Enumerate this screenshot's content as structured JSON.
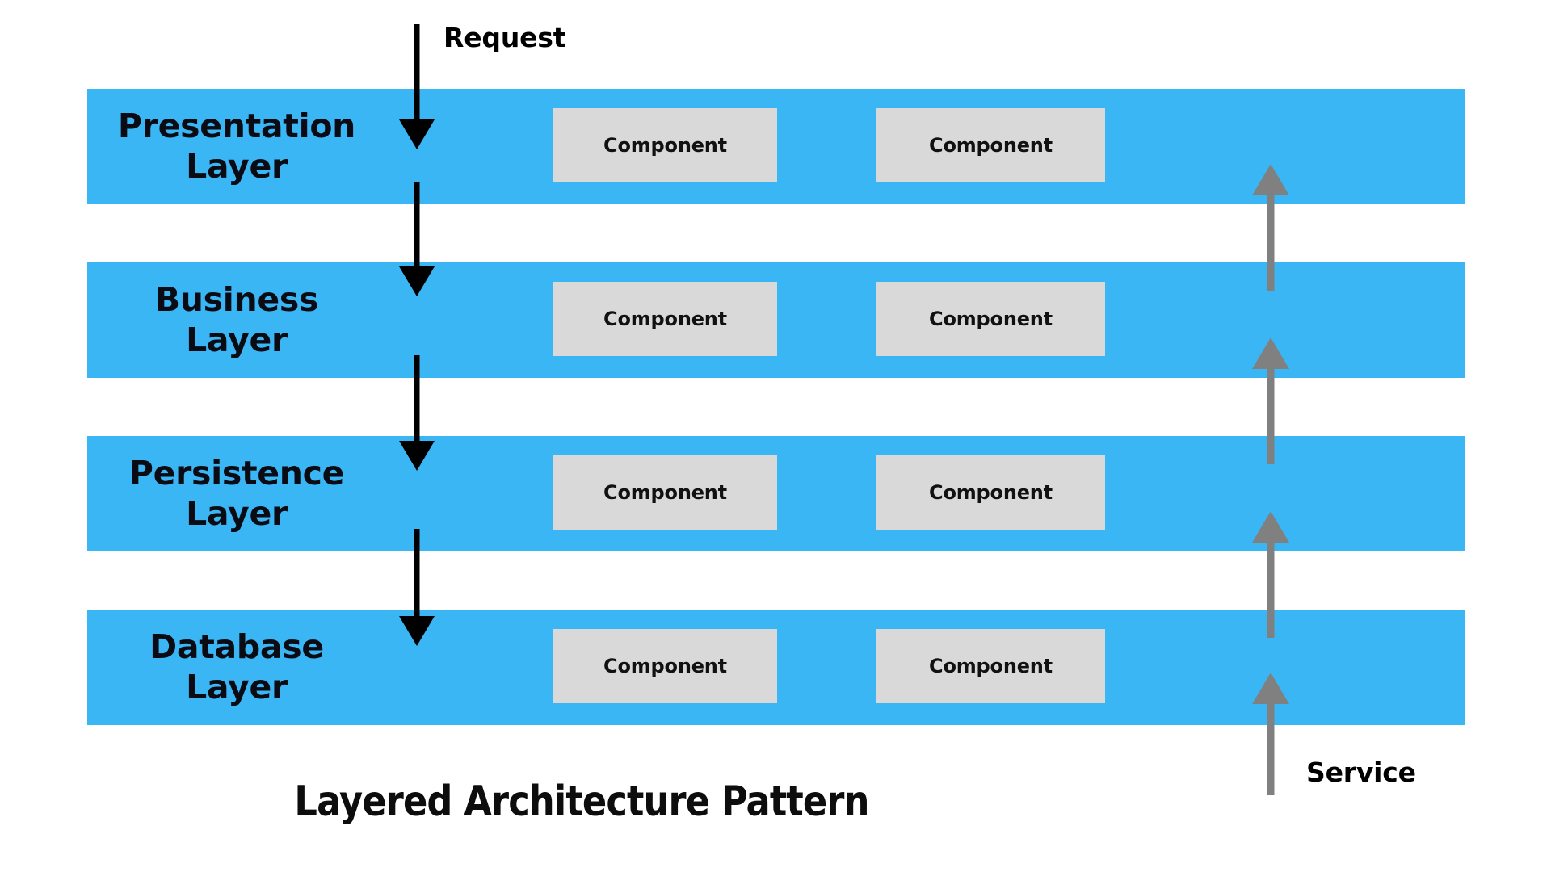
{
  "diagram": {
    "title": "Layered Architecture Pattern",
    "colors": {
      "layer_band": "#3bb6f5",
      "component_box": "#d9d9d9",
      "request_arrow": "#000000",
      "service_arrow": "#808080",
      "background": "#ffffff",
      "text": "#0b0b14"
    },
    "layers": [
      {
        "id": "presentation",
        "name_line1": "Presentation",
        "name_line2": "Layer",
        "components": [
          {
            "label": "Component"
          },
          {
            "label": "Component"
          }
        ]
      },
      {
        "id": "business",
        "name_line1": "Business",
        "name_line2": "Layer",
        "components": [
          {
            "label": "Component"
          },
          {
            "label": "Component"
          }
        ]
      },
      {
        "id": "persistence",
        "name_line1": "Persistence",
        "name_line2": "Layer",
        "components": [
          {
            "label": "Component"
          },
          {
            "label": "Component"
          }
        ]
      },
      {
        "id": "database",
        "name_line1": "Database",
        "name_line2": "Layer",
        "components": [
          {
            "label": "Component"
          },
          {
            "label": "Component"
          }
        ]
      }
    ],
    "flows": {
      "request": {
        "label": "Request",
        "direction": "downward",
        "color": "#000000"
      },
      "service": {
        "label": "Service",
        "direction": "upward",
        "color": "#808080"
      }
    }
  }
}
